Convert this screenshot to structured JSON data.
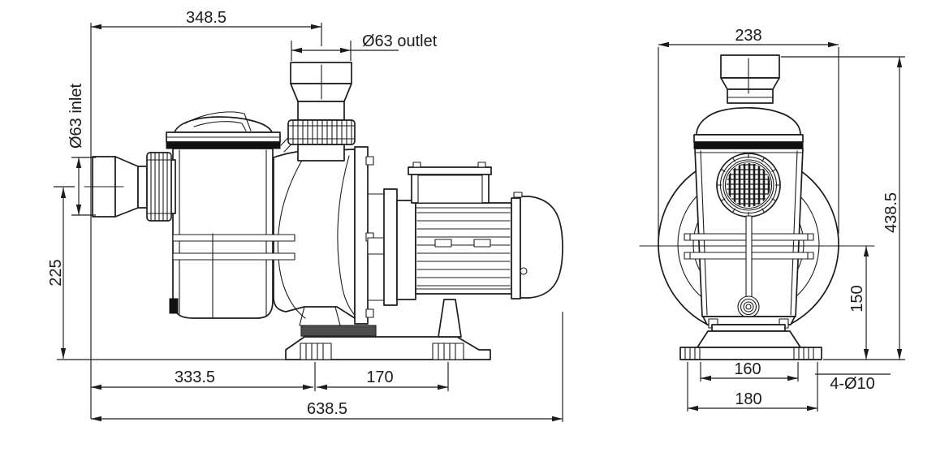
{
  "drawing_title": "Pool pump dimensional drawing, two orthographic views",
  "colors": {
    "line": "#1c1c1c",
    "background": "#ffffff",
    "seal_band": "#111111",
    "foot_plate": "#4d4d4d"
  },
  "side_view": {
    "dim_inlet_face_to_outlet_center": "348.5",
    "outlet_label": "Ø63 outlet",
    "inlet_label": "Ø63 inlet",
    "dim_inlet_center_height": "225",
    "dim_inlet_face_to_front_foot": "333.5",
    "dim_foot_spacing": "170",
    "dim_overall_length": "638.5"
  },
  "front_view": {
    "dim_overall_width": "238",
    "dim_overall_height": "438.5",
    "dim_center_to_base": "150",
    "dim_bolt_hole_spacing": "160",
    "dim_base_width": "180",
    "bolt_holes_label": "4-Ø10"
  }
}
